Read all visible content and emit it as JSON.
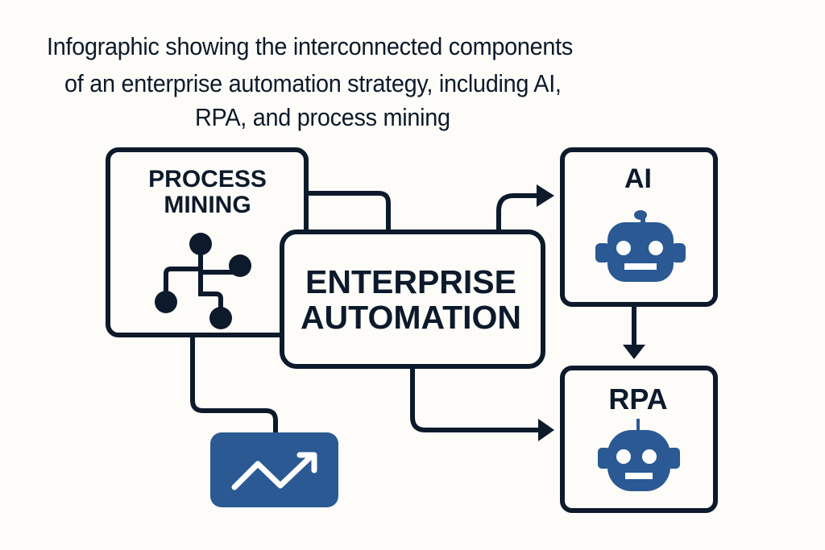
{
  "title": {
    "lines": [
      "Infographic showing the interconnected components",
      "of an enterprise automation strategy, including AI,",
      "RPA, and process mining"
    ]
  },
  "nodes": {
    "process_mining": {
      "label_lines": [
        "PROCESS",
        "MINING"
      ],
      "icon": "process-network-icon"
    },
    "enterprise_automation": {
      "label_lines": [
        "ENTERPRISE",
        "AUTOMATION"
      ]
    },
    "ai": {
      "label": "AI",
      "icon": "robot-icon"
    },
    "rpa": {
      "label": "RPA",
      "icon": "robot-icon"
    },
    "analytics": {
      "icon": "trend-up-arrow-icon"
    }
  },
  "connections": [
    {
      "from": "process_mining",
      "to": "enterprise_automation",
      "arrow": false
    },
    {
      "from": "enterprise_automation",
      "to": "ai",
      "arrow": true
    },
    {
      "from": "ai",
      "to": "rpa",
      "arrow": true
    },
    {
      "from": "enterprise_automation",
      "to": "rpa",
      "arrow": true
    },
    {
      "from": "process_mining",
      "to": "analytics",
      "arrow": false
    }
  ],
  "colors": {
    "ink": "#0c1a2b",
    "accent_blue": "#2a5993",
    "background": "#fdfcf8",
    "icon_white": "#ffffff"
  }
}
